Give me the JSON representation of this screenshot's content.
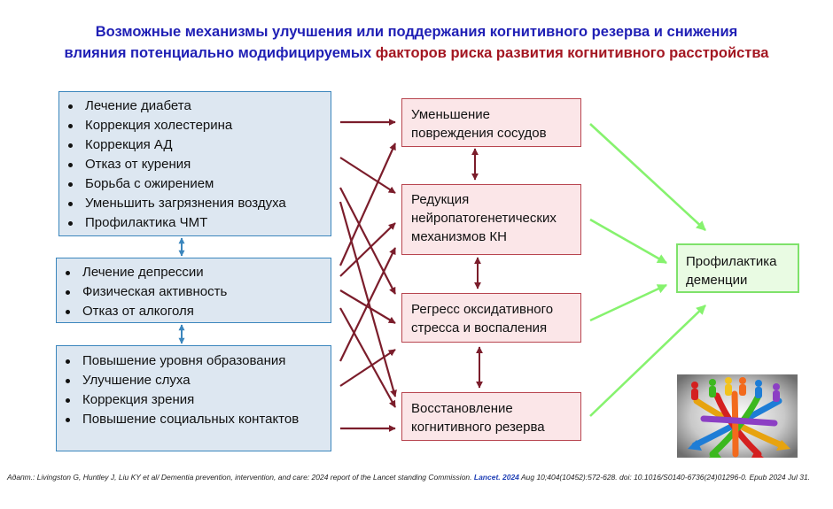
{
  "title": {
    "line1": "Возможные механизмы улучшения или поддержания когнитивного резерва и снижения",
    "line2_blue": "влияния потенциально модифицируемых ",
    "line2_red": "факторов риска развития когнитивного расстройства"
  },
  "factors": {
    "group1": [
      "Лечение диабета",
      "Коррекция холестерина",
      "Коррекция АД",
      "Отказ от курения",
      "Борьба с ожирением",
      "Уменьшить загрязнения воздуха",
      "Профилактика ЧМТ"
    ],
    "group2": [
      "Лечение депрессии",
      "Физическая активность",
      "Отказ от алкоголя"
    ],
    "group3": [
      "Повышение уровня образования",
      "Улучшение слуха",
      "Коррекция зрения",
      "Повышение социальных контактов"
    ]
  },
  "mechanisms": [
    "Уменьшение повреждения сосудов",
    "Редукция нейропатогенетических механизмов КН",
    "Регресс оксидативного стресса и воспаления",
    "Восстановление когнитивного резерва"
  ],
  "outcome": "Профилактика деменции",
  "colors": {
    "title_blue": "#1f1fb5",
    "title_red": "#a31621",
    "factor_fill": "#dde7f1",
    "factor_border": "#3b86bd",
    "mechanism_fill": "#fbe6e8",
    "mechanism_border": "#b8454f",
    "dark_red_arrow": "#7b1d2b",
    "green_arrow": "#86f26e",
    "blue_arrow": "#3b86bd"
  },
  "reference": {
    "part1": "Адапт.: Livingston G, Huntley J, Liu KY et al/ Dementia prevention, intervention, and care: 2024 report of the Lancet standing Commission. ",
    "journal": "Lancet. 2024",
    "part2": " Aug 10;404(10452):572-628. doi: 10.1016/S0140-6736(24)01296-0. Epub 2024 Jul 31."
  }
}
